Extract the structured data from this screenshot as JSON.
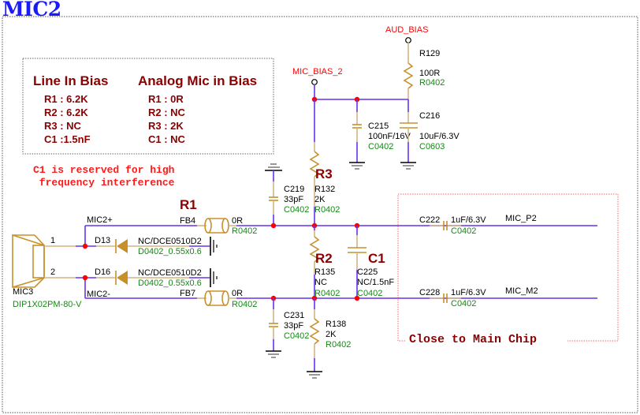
{
  "title": "MIC2",
  "bias_table": {
    "line_in": {
      "heading": "Line In Bias",
      "rows": [
        "R1 : 6.2K",
        "R2 : 6.2K",
        "R3 : NC",
        "C1 :1.5nF"
      ]
    },
    "analog_mic": {
      "heading": "Analog Mic in Bias",
      "rows": [
        "R1 : 0R",
        "R2 : NC",
        "R3 : 2K",
        "C1 : NC"
      ]
    }
  },
  "notes": {
    "c1_note_line1": "C1 is reserved for high",
    "c1_note_line2": " frequency interference",
    "close_to_main_chip": "Close to Main Chip"
  },
  "nets": {
    "aud_bias": "AUD_BIAS",
    "mic_bias_2": "MIC_BIAS_2",
    "mic2_plus": "MIC2+",
    "mic2_minus": "MIC2-",
    "mic_p2": "MIC_P2",
    "mic_m2": "MIC_M2"
  },
  "callouts": {
    "r1": "R1",
    "r2": "R2",
    "r3": "R3",
    "c1": "C1"
  },
  "components": {
    "r129": {
      "ref": "R129",
      "value": "100R",
      "footprint": "R0402"
    },
    "c215": {
      "ref": "C215",
      "value": "100nF/16V",
      "footprint": "C0402"
    },
    "c216": {
      "ref": "C216",
      "value": "10uF/6.3V",
      "footprint": "C0603"
    },
    "c219": {
      "ref": "C219",
      "value": "33pF",
      "footprint": "C0402"
    },
    "r132": {
      "ref": "R132",
      "value": "2K",
      "footprint": "R0402"
    },
    "r135": {
      "ref": "R135",
      "value": "NC",
      "footprint": "R0402"
    },
    "c225": {
      "ref": "C225",
      "value": "NC/1.5nF",
      "footprint": "C0402"
    },
    "c231": {
      "ref": "C231",
      "value": "33pF",
      "footprint": "C0402"
    },
    "r138": {
      "ref": "R138",
      "value": "2K",
      "footprint": "R0402"
    },
    "fb4": {
      "ref": "FB4",
      "value": "0R",
      "footprint": "R0402"
    },
    "fb7": {
      "ref": "FB7",
      "value": "0R",
      "footprint": "R0402"
    },
    "d13": {
      "ref": "D13",
      "value": "NC/DCE0510D2",
      "footprint": "D0402_0.55x0.6"
    },
    "d16": {
      "ref": "D16",
      "value": "NC/DCE0510D2",
      "footprint": "D0402_0.55x0.6"
    },
    "c222": {
      "ref": "C222",
      "value": "1uF/6.3V",
      "footprint": "C0402"
    },
    "c228": {
      "ref": "C228",
      "value": "1uF/6.3V",
      "footprint": "C0402"
    },
    "mic3": {
      "ref": "MIC3",
      "footprint": "DIP1X02PM-80-V",
      "pin1": "1",
      "pin2": "2"
    }
  }
}
